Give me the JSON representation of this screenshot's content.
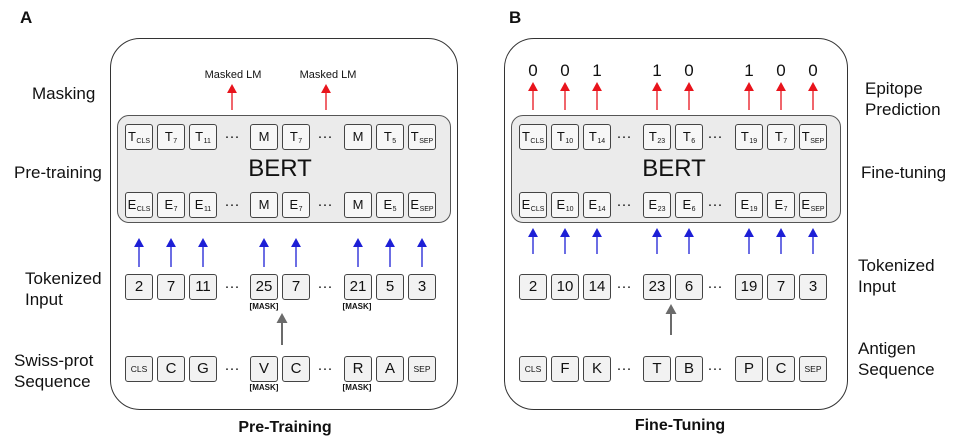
{
  "panel_a": {
    "letter": "A",
    "caption": "Pre-Training",
    "labels": {
      "masking": "Masking",
      "pretraining": "Pre-training",
      "tokenized_1": "Tokenized",
      "tokenized_2": "Input",
      "swiss_1": "Swiss-prot",
      "swiss_2": "Sequence"
    },
    "bert_title": "BERT",
    "masked_lm": "Masked LM",
    "mask_tag": "[MASK]",
    "output_tokens": [
      {
        "base": "T",
        "sub": "CLS"
      },
      {
        "base": "T",
        "sub": "7"
      },
      {
        "base": "T",
        "sub": "11"
      },
      {
        "base": "M",
        "sub": ""
      },
      {
        "base": "T",
        "sub": "7"
      },
      {
        "base": "M",
        "sub": ""
      },
      {
        "base": "T",
        "sub": "5"
      },
      {
        "base": "T",
        "sub": "SEP"
      }
    ],
    "embed_tokens": [
      {
        "base": "E",
        "sub": "CLS"
      },
      {
        "base": "E",
        "sub": "7"
      },
      {
        "base": "E",
        "sub": "11"
      },
      {
        "base": "M",
        "sub": ""
      },
      {
        "base": "E",
        "sub": "7"
      },
      {
        "base": "M",
        "sub": ""
      },
      {
        "base": "E",
        "sub": "5"
      },
      {
        "base": "E",
        "sub": "SEP"
      }
    ],
    "input_tokens": [
      "2",
      "7",
      "11",
      "25",
      "7",
      "21",
      "5",
      "3"
    ],
    "sequence_tokens": [
      "CLS",
      "C",
      "G",
      "V",
      "C",
      "R",
      "A",
      "SEP"
    ],
    "ellipsis": "···"
  },
  "panel_b": {
    "letter": "B",
    "caption": "Fine-Tuning",
    "labels": {
      "epitope_1": "Epitope",
      "epitope_2": "Prediction",
      "finetuning": "Fine-tuning",
      "tokenized_1": "Tokenized",
      "tokenized_2": "Input",
      "antigen_1": "Antigen",
      "antigen_2": "Sequence"
    },
    "bert_title": "BERT",
    "predictions": [
      "0",
      "0",
      "1",
      "1",
      "0",
      "1",
      "0",
      "0"
    ],
    "output_tokens": [
      {
        "base": "T",
        "sub": "CLS"
      },
      {
        "base": "T",
        "sub": "10"
      },
      {
        "base": "T",
        "sub": "14"
      },
      {
        "base": "T",
        "sub": "23"
      },
      {
        "base": "T",
        "sub": "6"
      },
      {
        "base": "T",
        "sub": "19"
      },
      {
        "base": "T",
        "sub": "7"
      },
      {
        "base": "T",
        "sub": "SEP"
      }
    ],
    "embed_tokens": [
      {
        "base": "E",
        "sub": "CLS"
      },
      {
        "base": "E",
        "sub": "10"
      },
      {
        "base": "E",
        "sub": "14"
      },
      {
        "base": "E",
        "sub": "23"
      },
      {
        "base": "E",
        "sub": "6"
      },
      {
        "base": "E",
        "sub": "19"
      },
      {
        "base": "E",
        "sub": "7"
      },
      {
        "base": "E",
        "sub": "SEP"
      }
    ],
    "input_tokens": [
      "2",
      "10",
      "14",
      "23",
      "6",
      "19",
      "7",
      "3"
    ],
    "sequence_tokens": [
      "CLS",
      "F",
      "K",
      "T",
      "B",
      "P",
      "C",
      "SEP"
    ],
    "ellipsis": "···"
  },
  "colors": {
    "red_arrow": "#e8141c",
    "blue_arrow": "#1d1fd6",
    "gray_arrow": "#6b6b6b"
  }
}
